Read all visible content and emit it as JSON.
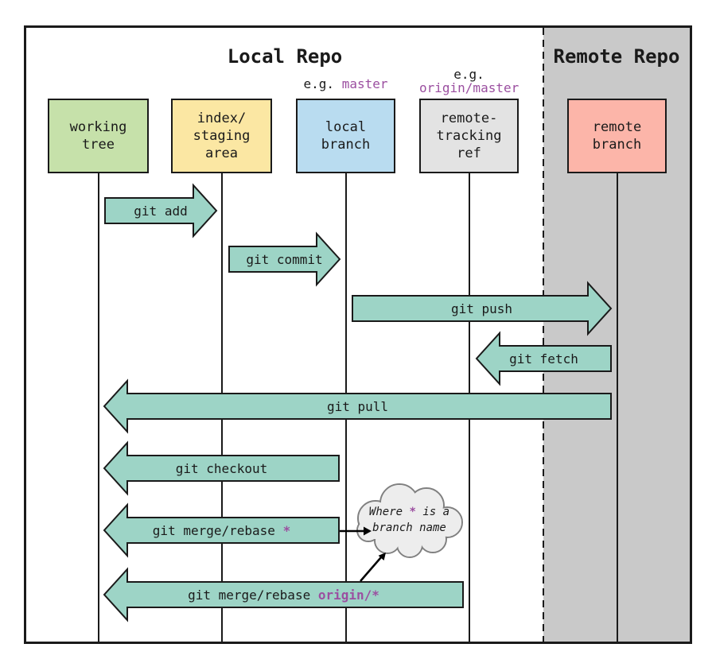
{
  "diagram": {
    "titles": {
      "local": "Local Repo",
      "remote": "Remote Repo"
    },
    "examples": {
      "local_branch_prefix": "e.g. ",
      "local_branch_accent": "master",
      "remote_tracking_line1": "e.g.",
      "remote_tracking_accent": "origin/master"
    },
    "boxes": [
      {
        "id": "working-tree",
        "color": "#c6e1aa",
        "lines": [
          "working",
          "tree"
        ]
      },
      {
        "id": "index-staging-area",
        "color": "#fbe7a3",
        "lines": [
          "index/",
          "staging",
          "area"
        ]
      },
      {
        "id": "local-branch",
        "color": "#b9dcf0",
        "lines": [
          "local",
          "branch"
        ]
      },
      {
        "id": "remote-tracking-ref",
        "color": "#e3e3e3",
        "lines": [
          "remote-",
          "tracking",
          "ref"
        ]
      },
      {
        "id": "remote-branch",
        "color": "#fcb5a9",
        "lines": [
          "remote",
          "branch"
        ]
      }
    ],
    "arrows": [
      {
        "id": "git-add",
        "prefix": "git add",
        "accent": "",
        "direction": "right",
        "from": "working-tree",
        "to": "index-staging-area"
      },
      {
        "id": "git-commit",
        "prefix": "git commit",
        "accent": "",
        "direction": "right",
        "from": "index-staging-area",
        "to": "local-branch"
      },
      {
        "id": "git-push",
        "prefix": "git push",
        "accent": "",
        "direction": "right",
        "from": "local-branch",
        "to": "remote-branch"
      },
      {
        "id": "git-fetch",
        "prefix": "git fetch",
        "accent": "",
        "direction": "left",
        "from": "remote-branch",
        "to": "remote-tracking-ref"
      },
      {
        "id": "git-pull",
        "prefix": "git pull",
        "accent": "",
        "direction": "left",
        "from": "remote-branch",
        "to": "working-tree"
      },
      {
        "id": "git-checkout",
        "prefix": "git checkout",
        "accent": "",
        "direction": "left",
        "from": "local-branch",
        "to": "working-tree"
      },
      {
        "id": "git-merge-rebase-branch",
        "prefix": "git merge/rebase ",
        "accent": "*",
        "direction": "left",
        "from": "local-branch",
        "to": "working-tree"
      },
      {
        "id": "git-merge-rebase-origin",
        "prefix": "git merge/rebase ",
        "accent": "origin/*",
        "direction": "left",
        "from": "remote-tracking-ref",
        "to": "working-tree"
      }
    ],
    "cloud_note": {
      "line1_prefix": "Where ",
      "line1_accent": "*",
      "line1_suffix": " is a",
      "line2": "branch name"
    },
    "colors": {
      "arrow_fill": "#9dd4c6",
      "accent_purple": "#9b4fa0",
      "remote_background": "#c9c9c9",
      "cloud_fill": "#ededed",
      "cloud_border": "#808080",
      "line_and_border": "#1a1a1a"
    }
  }
}
